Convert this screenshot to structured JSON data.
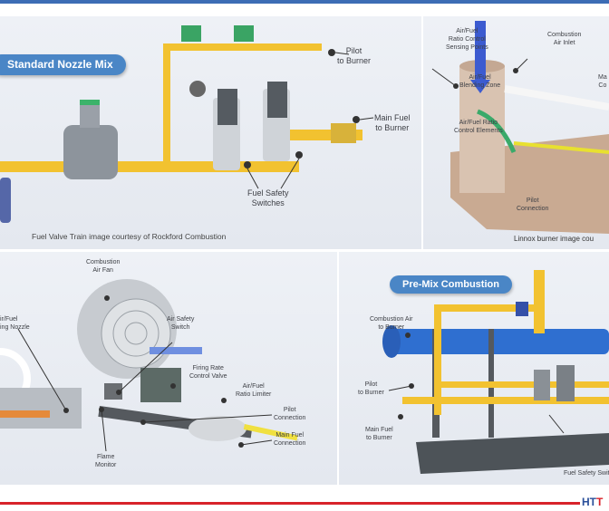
{
  "panels": {
    "standard": {
      "title": "Standard Nozzle Mix",
      "labels": {
        "pilot": "Pilot\nto Burner",
        "main_fuel": "Main Fuel\nto Burner",
        "switches": "Fuel Safety\nSwitches"
      },
      "caption": "Fuel Valve Train image courtesy of Rockford Combustion"
    },
    "linnox": {
      "labels": {
        "sensing": "Air/Fuel\nRatio Control\nSensing Points",
        "inlet": "Combustion\nAir Inlet",
        "partial": "Ma\nCo",
        "blending": "Air/Fuel\nBlending Zone",
        "elements": "Air/Fuel Ratio\nControl Elements",
        "pilot": "Pilot\nConnection"
      },
      "caption": "Linnox burner image cou"
    },
    "fan_burner": {
      "labels": {
        "fan": "Combustion\nAir Fan",
        "nozzle": "ir/Fuel\ning Nozzle",
        "air_switch": "Air Safety\nSwitch",
        "firing_valve": "Firing Rate\nControl Valve",
        "limiter": "Air/Fuel\nRatio Limiter",
        "pilot": "Pilot\nConnection",
        "main_fuel": "Main Fuel\nConnection",
        "flame": "Flame\nMonitor"
      }
    },
    "premix": {
      "title": "Pre-Mix Combustion",
      "labels": {
        "air": "Combustion Air\nto Burner",
        "pilot": "Pilot\nto Burner",
        "main_fuel": "Main Fuel\nto Burner",
        "switches": "Fuel Safety Swit"
      }
    }
  },
  "footer": {
    "logo_a": "HT",
    "logo_b": "T"
  },
  "colors": {
    "accent_blue": "#3d6db5",
    "pill": "#4a86c6",
    "pipe_yellow": "#f2c230",
    "brand_red": "#d8232a"
  }
}
